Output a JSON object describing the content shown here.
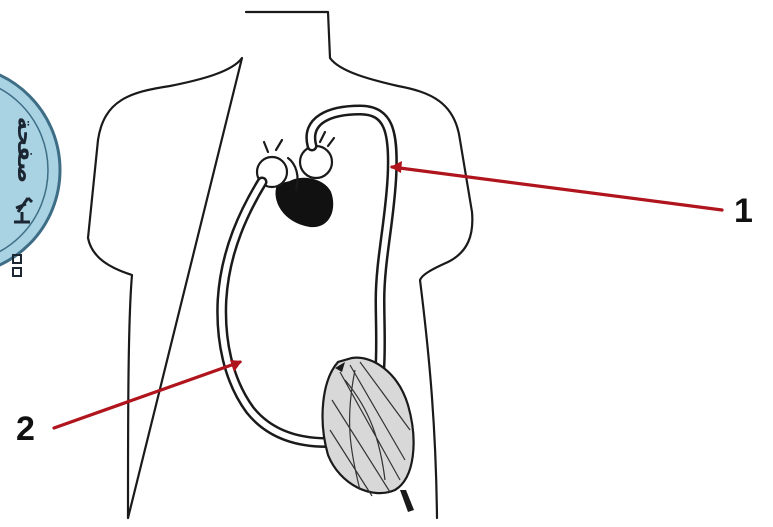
{
  "labels": {
    "one": "1",
    "two": "2"
  },
  "logo": {
    "text": "صفحة"
  },
  "colors": {
    "pointer": "#b0141c",
    "logo_fill": "#a9d3e3",
    "logo_stroke": "#3e6d86",
    "ink": "#1a1a1a"
  }
}
